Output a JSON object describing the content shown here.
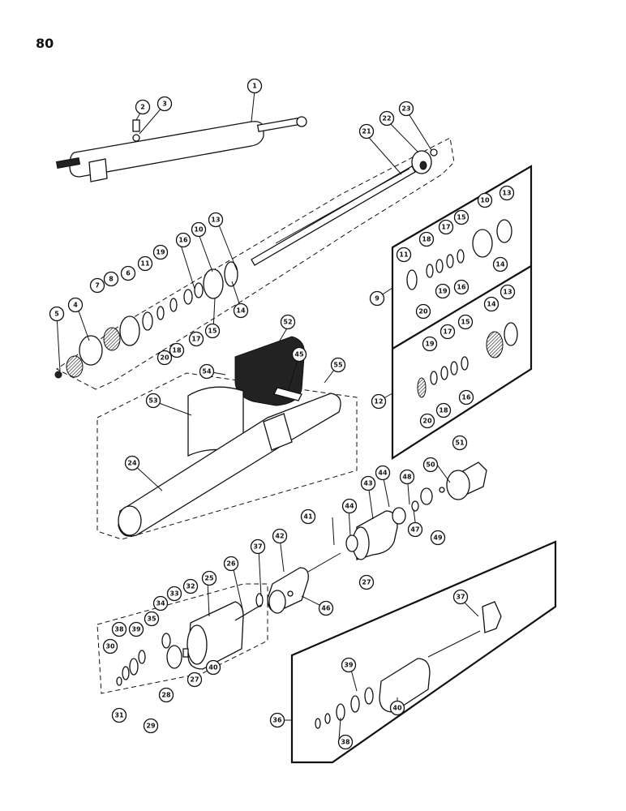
{
  "page_number": "80",
  "callouts": [
    {
      "label": "1"
    },
    {
      "label": "2"
    },
    {
      "label": "3"
    },
    {
      "label": "4"
    },
    {
      "label": "5"
    },
    {
      "label": "6"
    },
    {
      "label": "7"
    },
    {
      "label": "8"
    },
    {
      "label": "9"
    },
    {
      "label": "10"
    },
    {
      "label": "10"
    },
    {
      "label": "11"
    },
    {
      "label": "11"
    },
    {
      "label": "12"
    },
    {
      "label": "13"
    },
    {
      "label": "13"
    },
    {
      "label": "13"
    },
    {
      "label": "14"
    },
    {
      "label": "14"
    },
    {
      "label": "14"
    },
    {
      "label": "15"
    },
    {
      "label": "15"
    },
    {
      "label": "15"
    },
    {
      "label": "16"
    },
    {
      "label": "16"
    },
    {
      "label": "16"
    },
    {
      "label": "17"
    },
    {
      "label": "17"
    },
    {
      "label": "17"
    },
    {
      "label": "18"
    },
    {
      "label": "18"
    },
    {
      "label": "18"
    },
    {
      "label": "19"
    },
    {
      "label": "19"
    },
    {
      "label": "19"
    },
    {
      "label": "20"
    },
    {
      "label": "20"
    },
    {
      "label": "20"
    },
    {
      "label": "21"
    },
    {
      "label": "22"
    },
    {
      "label": "23"
    },
    {
      "label": "24"
    },
    {
      "label": "25"
    },
    {
      "label": "26"
    },
    {
      "label": "27"
    },
    {
      "label": "27"
    },
    {
      "label": "28"
    },
    {
      "label": "29"
    },
    {
      "label": "30"
    },
    {
      "label": "31"
    },
    {
      "label": "32"
    },
    {
      "label": "33"
    },
    {
      "label": "34"
    },
    {
      "label": "35"
    },
    {
      "label": "36"
    },
    {
      "label": "37"
    },
    {
      "label": "37"
    },
    {
      "label": "38"
    },
    {
      "label": "38"
    },
    {
      "label": "39"
    },
    {
      "label": "39"
    },
    {
      "label": "40"
    },
    {
      "label": "40"
    },
    {
      "label": "41"
    },
    {
      "label": "42"
    },
    {
      "label": "43"
    },
    {
      "label": "44"
    },
    {
      "label": "44"
    },
    {
      "label": "45"
    },
    {
      "label": "46"
    },
    {
      "label": "47"
    },
    {
      "label": "48"
    },
    {
      "label": "49"
    },
    {
      "label": "50"
    },
    {
      "label": "51"
    },
    {
      "label": "52"
    },
    {
      "label": "53"
    },
    {
      "label": "54"
    },
    {
      "label": "55"
    }
  ]
}
